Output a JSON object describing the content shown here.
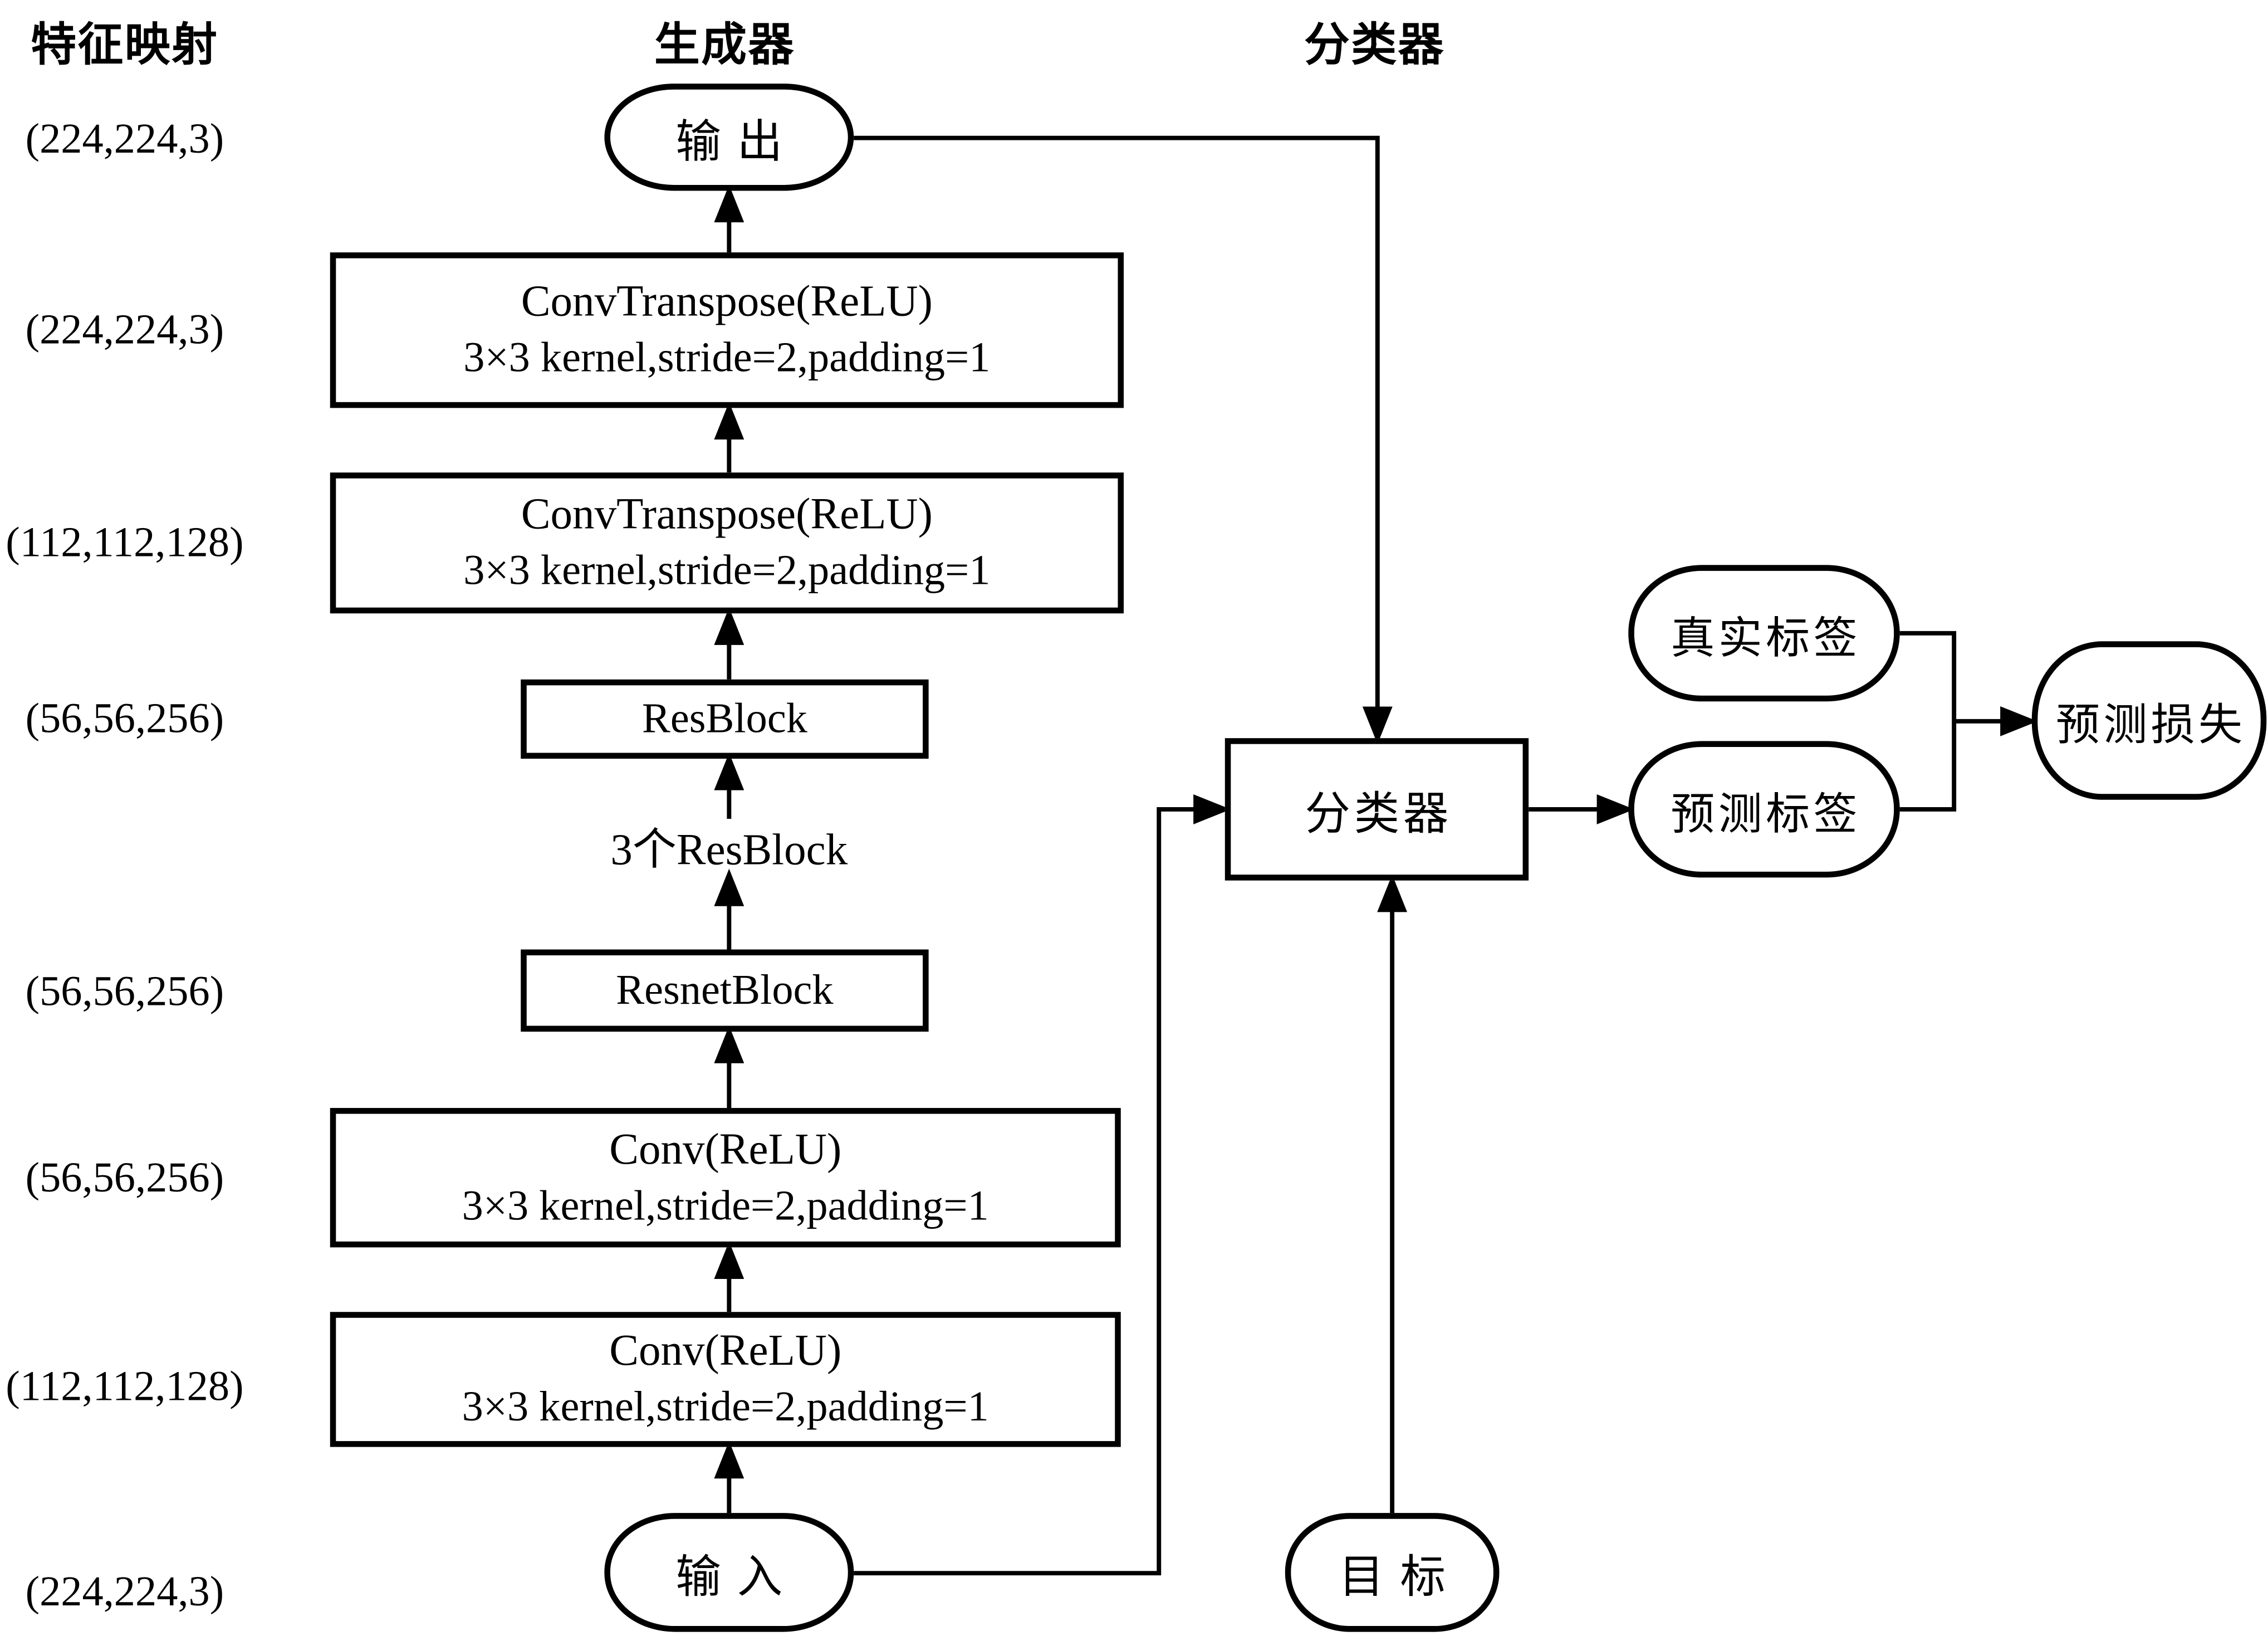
{
  "headers": {
    "feature_maps": "特征映射",
    "generator": "生成器",
    "classifier": "分类器"
  },
  "feature_maps": [
    "(224,224,3)",
    "(224,224,3)",
    "(112,112,128)",
    "(56,56,256)",
    "(56,56,256)",
    "(56,56,256)",
    "(112,112,128)",
    "(224,224,3)"
  ],
  "generator": {
    "output": "输出",
    "input": "输入",
    "note": "3个ResBlock",
    "blocks": {
      "convtrans1": {
        "name": "ConvTranspose(ReLU)",
        "params": "3×3 kernel,stride=2,padding=1"
      },
      "convtrans2": {
        "name": "ConvTranspose(ReLU)",
        "params": "3×3 kernel,stride=2,padding=1"
      },
      "resblock": "ResBlock",
      "resnetblock": "ResnetBlock",
      "conv1": {
        "name": "Conv(ReLU)",
        "params": "3×3 kernel,stride=2,padding=1"
      },
      "conv2": {
        "name": "Conv(ReLU)",
        "params": "3×3 kernel,stride=2,padding=1"
      }
    }
  },
  "classifier": {
    "box": "分类器",
    "target": "目标",
    "true_label": "真实标签",
    "predicted_label": "预测标签",
    "prediction_loss": "预测损失"
  },
  "colors": {
    "ink": "#000000",
    "background": "#ffffff"
  }
}
